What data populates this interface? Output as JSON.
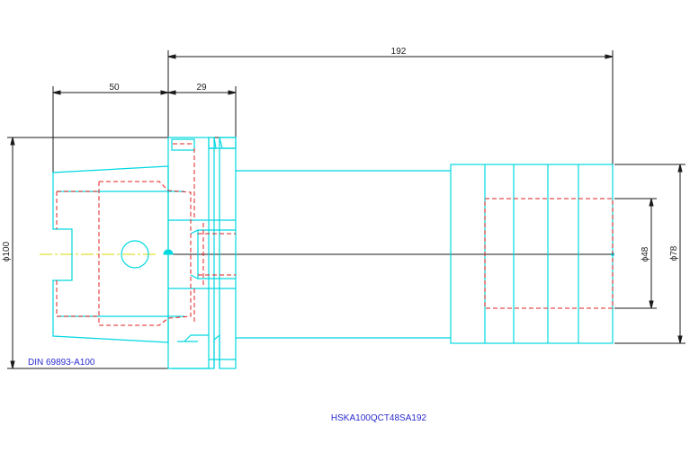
{
  "drawing": {
    "part_number": "HSKA100QCT48SA192",
    "standard": "DIN 69893-A100",
    "dimensions": {
      "overall_length": "192",
      "taper_length": "50",
      "flange_length": "29",
      "flange_diameter": "ϕ100",
      "body_diameter": "ϕ78",
      "bore_diameter": "ϕ48"
    },
    "colors": {
      "outline": "#00d8e0",
      "hidden": "#e02020",
      "dimension": "#1a1a1a",
      "centerline": "#d8d800",
      "label": "#2a2ad0"
    }
  }
}
